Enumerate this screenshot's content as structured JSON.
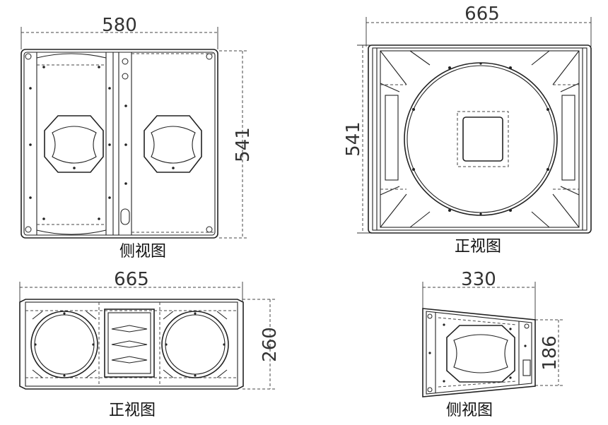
{
  "views": {
    "side_view_1": {
      "width_dim": "580",
      "height_dim": "541",
      "caption": "侧视图"
    },
    "front_view_1": {
      "width_dim": "665",
      "height_dim": "541",
      "caption": "正视图"
    },
    "front_view_2": {
      "width_dim": "665",
      "height_dim": "260",
      "caption": "正视图"
    },
    "side_view_2": {
      "width_dim": "330",
      "height_dim": "186",
      "caption": "侧视图"
    }
  }
}
